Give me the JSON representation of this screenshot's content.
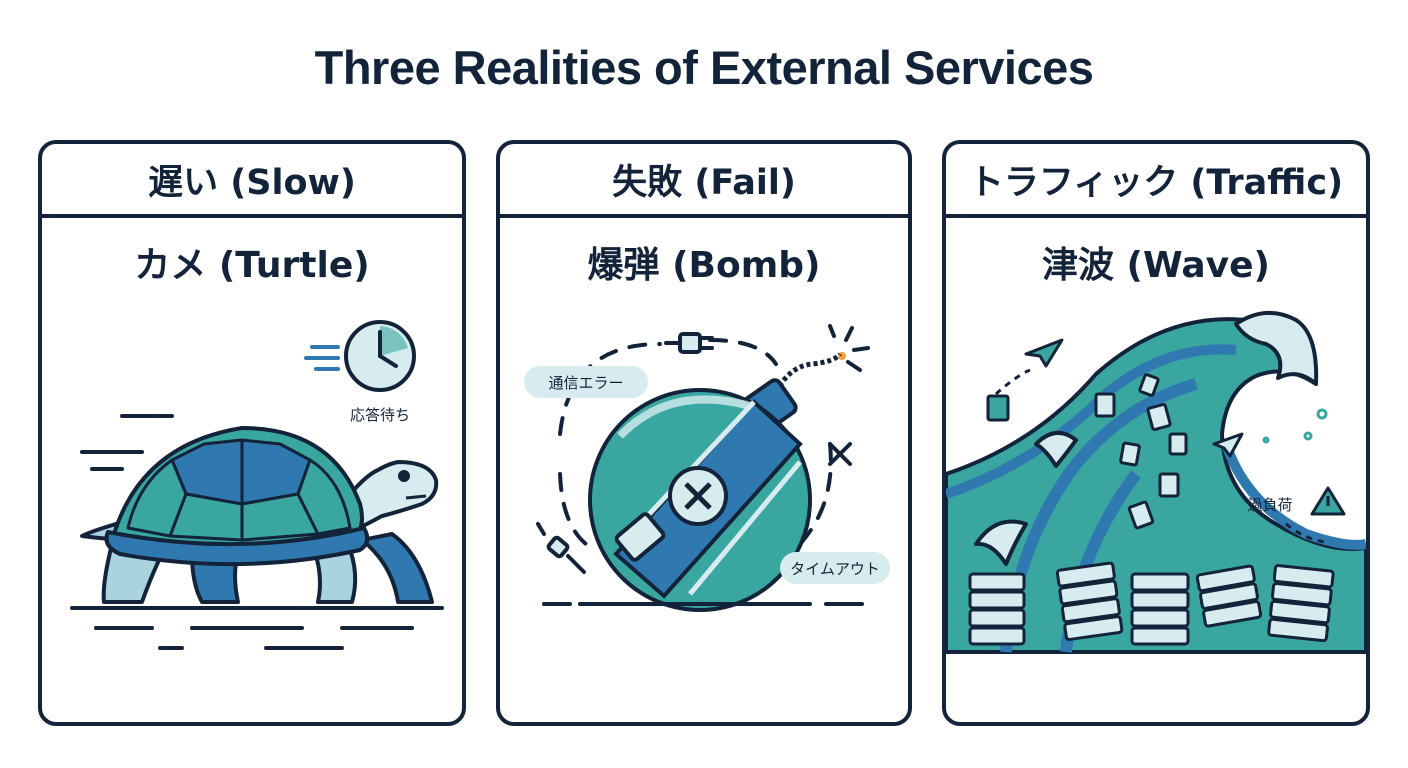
{
  "title": "Three Realities of External Services",
  "cards": [
    {
      "header": "遅い (Slow)",
      "subtitle": "カメ (Turtle)",
      "label": "応答待ち"
    },
    {
      "header": "失敗 (Fail)",
      "subtitle": "爆弾 (Bomb)",
      "label_network": "通信エラー",
      "label_timeout": "タイムアウト"
    },
    {
      "header": "トラフィック (Traffic)",
      "subtitle": "津波 (Wave)",
      "label": "過負荷"
    }
  ],
  "colors": {
    "ink": "#13243a",
    "teal": "#3aa6a0",
    "blue": "#2f78b0",
    "pale": "#d6ecee"
  }
}
